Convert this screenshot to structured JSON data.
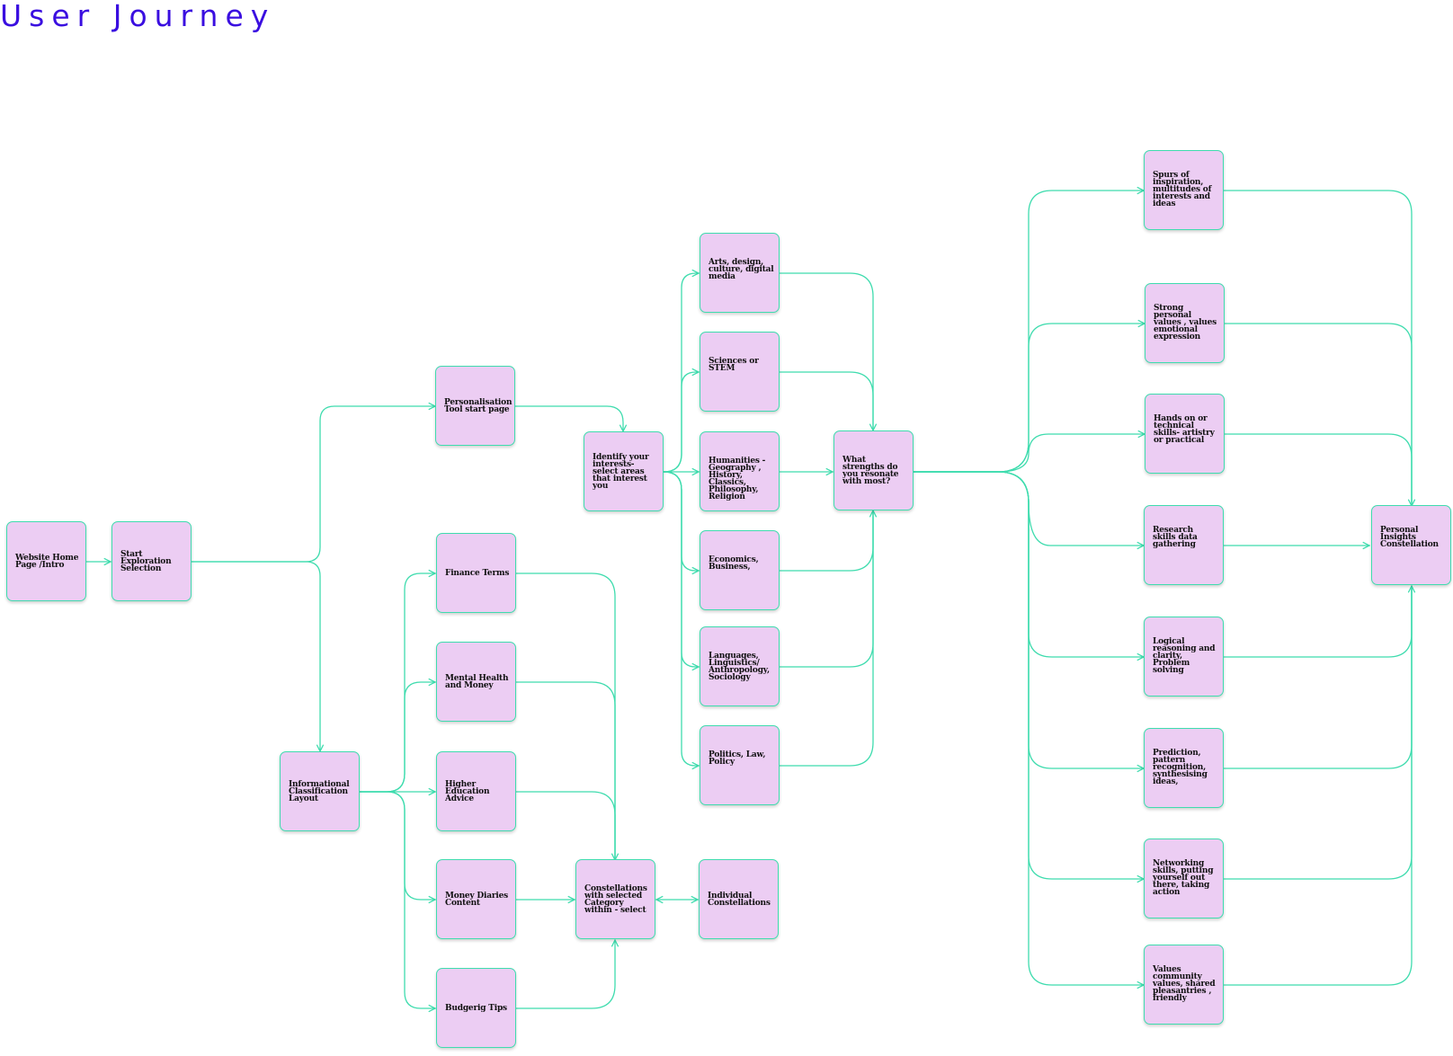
{
  "title": "User Journey",
  "colors": {
    "node_fill": "#eccdf3",
    "node_border": "#3fdcae",
    "connector": "#3fdcae",
    "title": "#3a0ee0"
  },
  "nodes": {
    "home": "Website Home Page /Intro",
    "start": "Start Exploration Selection",
    "personalisation": "Personalisation Tool start page",
    "identify": "Identify your interests- select areas that interest you",
    "informational": "Informational Classification Layout",
    "finance": "Finance Terms",
    "mental": "Mental Health and Money",
    "higher": "Higher Education Advice",
    "money_diaries": "Money Diaries Content",
    "budgerig": "Budgerig Tips",
    "constellations": "Constellations with selected Category within - select",
    "individual": "Individual Constellations",
    "arts": "Arts, design, culture, digital media",
    "sciences": "Sciences or STEM",
    "humanities": "Humanities - Geography , History, Classics, Philosophy, Religion",
    "economics": "Economics, Business,",
    "languages": "Languages, Linguistics/ Anthropology, Sociology",
    "politics": "Politics, Law, Policy",
    "strengths": "What strengths do you resonate with most?",
    "spurs": "Spurs of inspiration, multitudes of interests and ideas",
    "values_personal": "Strong personal values , values emotional expression",
    "hands_on": "Hands on or technical skills- artistry or practical",
    "research": "Research skills data gathering",
    "logical": "Logical reasoning and clarity, Problem solving",
    "prediction": "Prediction, pattern recognition, synthesising ideas,",
    "networking": "Networking skills, putting yourself out there, taking action",
    "community": "Values community values, shared pleasantries , friendly",
    "insights": "Personal Insights Constellation"
  }
}
